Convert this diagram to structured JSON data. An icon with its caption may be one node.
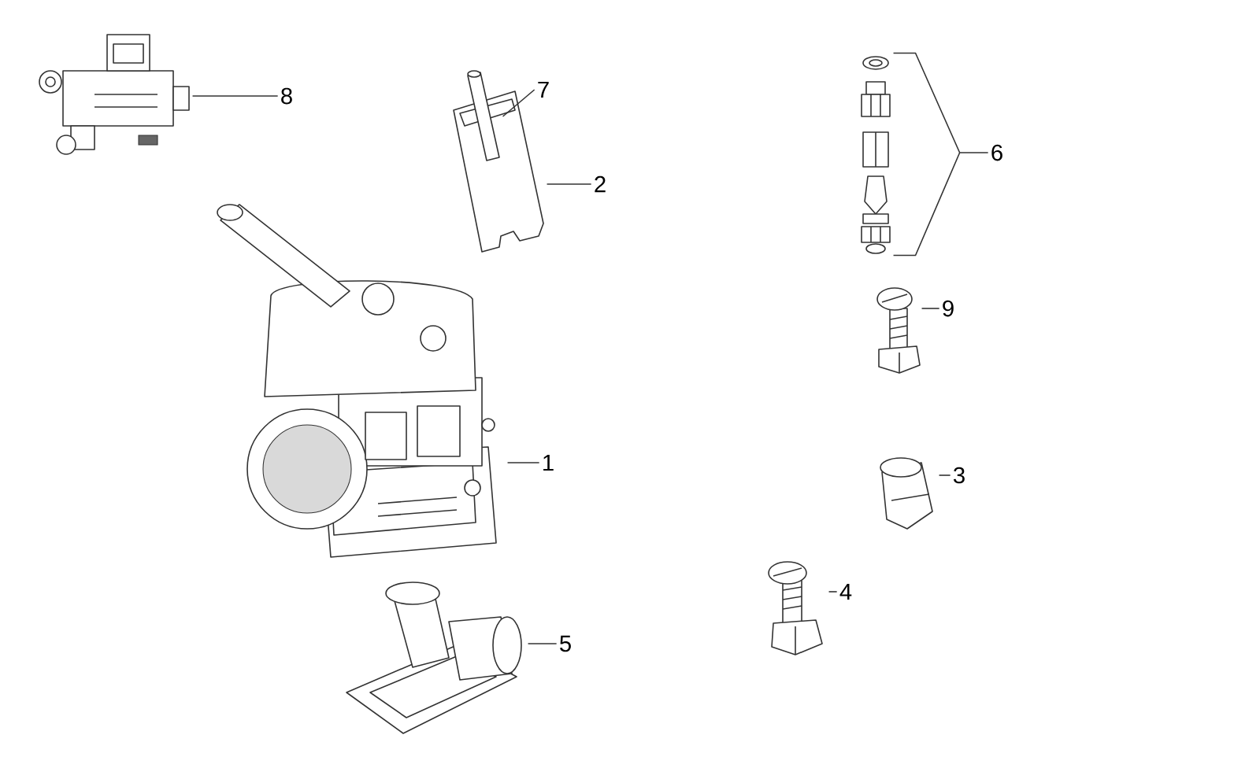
{
  "diagram": {
    "nodes": [
      {
        "text": [
          "8"
        ]
      },
      {
        "text": [
          "7"
        ]
      },
      {
        "text": [
          "6"
        ]
      },
      {
        "text": [
          "2"
        ]
      },
      {
        "text": [
          "9"
        ]
      },
      {
        "text": [
          "1"
        ]
      },
      {
        "text": [
          "3"
        ]
      },
      {
        "text": [
          "4"
        ]
      },
      {
        "text": [
          "5"
        ]
      },
      {
        "text": [],
        "shape": "picture"
      },
      {
        "text": [],
        "shape": "picture"
      },
      {
        "text": [],
        "shape": "picture"
      },
      {
        "text": [],
        "shape": "picture"
      },
      {
        "text": [],
        "shape": "picture"
      },
      {
        "text": [],
        "shape": "picture"
      },
      {
        "text": [],
        "shape": "picture"
      },
      {
        "text": [],
        "shape": "picture"
      },
      {
        "text": [],
        "shape": "picture"
      }
    ],
    "edges": [
      {
        "from": 0,
        "to": 9,
        "arrow": "none"
      },
      {
        "from": 1,
        "to": 10,
        "arrow": "none"
      },
      {
        "from": 2,
        "to": 11,
        "arrow": "none"
      },
      {
        "from": 3,
        "to": 12,
        "arrow": "none"
      },
      {
        "from": 4,
        "to": 13,
        "arrow": "none"
      },
      {
        "from": 5,
        "to": 14,
        "arrow": "none"
      },
      {
        "from": 6,
        "to": 15,
        "arrow": "none"
      },
      {
        "from": 7,
        "to": 16,
        "arrow": "none"
      },
      {
        "from": 8,
        "to": 17,
        "arrow": "none"
      }
    ]
  }
}
